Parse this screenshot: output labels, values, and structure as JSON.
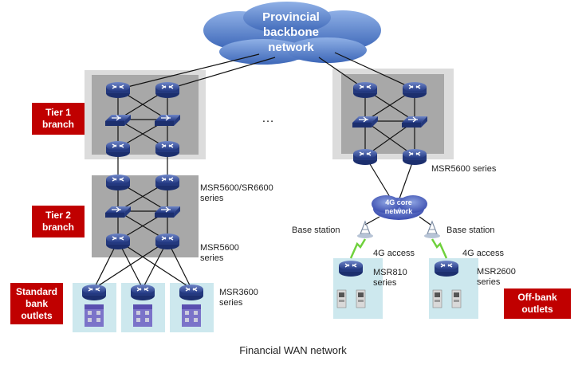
{
  "cloud_backbone": "Provincial backbone network",
  "cloud_backbone_lines": [
    "Provincial",
    "backbone",
    "network"
  ],
  "cloud_4g_lines": [
    "4G core",
    "network"
  ],
  "ellipsis": "…",
  "labels": {
    "tier1": [
      "Tier 1",
      "branch"
    ],
    "tier2": [
      "Tier 2",
      "branch"
    ],
    "standard": [
      "Standard",
      "bank",
      "outlets"
    ],
    "offbank": [
      "Off-bank",
      "outlets"
    ]
  },
  "series_labels": {
    "msr5600_sr6600": [
      "MSR5600/SR6600",
      "series"
    ],
    "msr5600": [
      "MSR5600",
      "series"
    ],
    "msr3600": [
      "MSR3600",
      "series"
    ],
    "msr5600_right": "MSR5600 series",
    "msr810": [
      "MSR810",
      "series"
    ],
    "msr2600": [
      "MSR2600",
      "series"
    ]
  },
  "base_station_left": "Base station",
  "base_station_right": "Base station",
  "access_left": "4G access",
  "access_right": "4G access",
  "caption": "Financial WAN network",
  "colors": {
    "router": "#2f4a9a",
    "cloud": "#4f7ac4",
    "redbox": "#c00000",
    "panel": "#d9d9d9",
    "panel_inner": "#a6a6a6",
    "outlet": "#cde8ee",
    "link_4g": "#6fd13c"
  }
}
